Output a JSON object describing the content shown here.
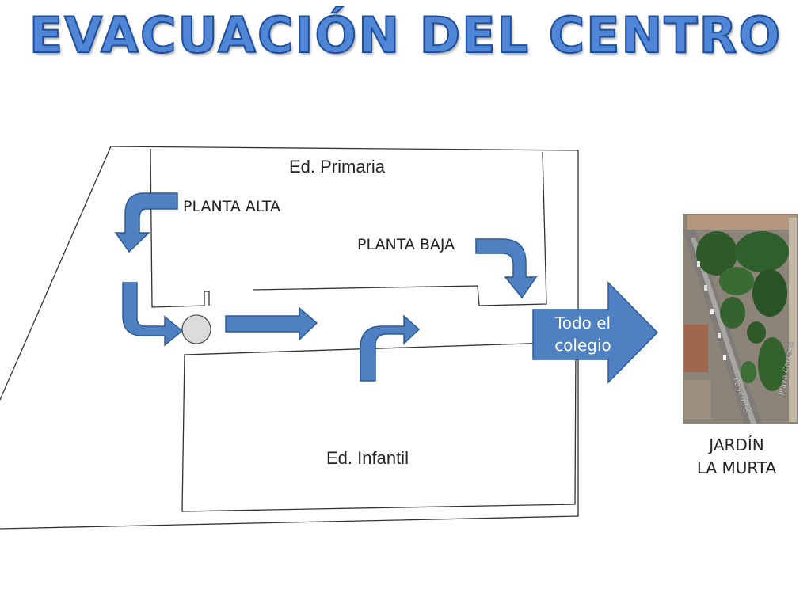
{
  "title": "EVACUACIÓN DEL CENTRO",
  "buildings": {
    "primaria": "Ed. Primaria",
    "infantil": "Ed. Infantil"
  },
  "floors": {
    "alta": "PLANTA ALTA",
    "baja": "PLANTA BAJA"
  },
  "exit_arrow": {
    "line1": "Todo el",
    "line2": "colegio"
  },
  "destination": {
    "line1": "JARDÍN",
    "line2": "LA MURTA"
  },
  "map_labels": {
    "street1": "Paseo de",
    "street2": "Plaza Carreño"
  },
  "colors": {
    "title_fill": "#4f86d6",
    "title_stroke": "#1d4f9c",
    "arrow_fill": "#4f80c2",
    "arrow_stroke": "#2f5c94"
  }
}
